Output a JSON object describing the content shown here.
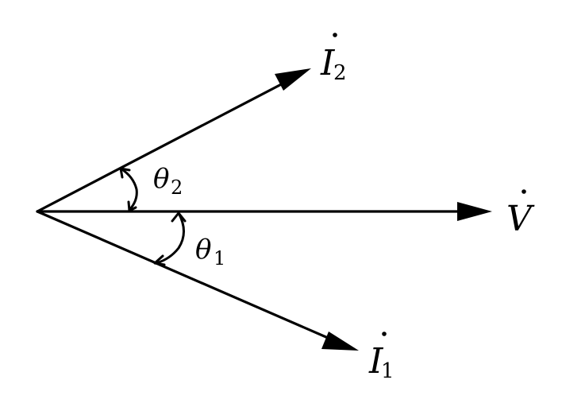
{
  "diagram": {
    "vectors": {
      "v": {
        "symbol": "V",
        "subscript": ""
      },
      "i2": {
        "symbol": "I",
        "subscript": "2"
      },
      "i1": {
        "symbol": "I",
        "subscript": "1"
      }
    },
    "angles": {
      "theta2": {
        "symbol": "θ",
        "subscript": "2"
      },
      "theta1": {
        "symbol": "θ",
        "subscript": "1"
      }
    }
  }
}
